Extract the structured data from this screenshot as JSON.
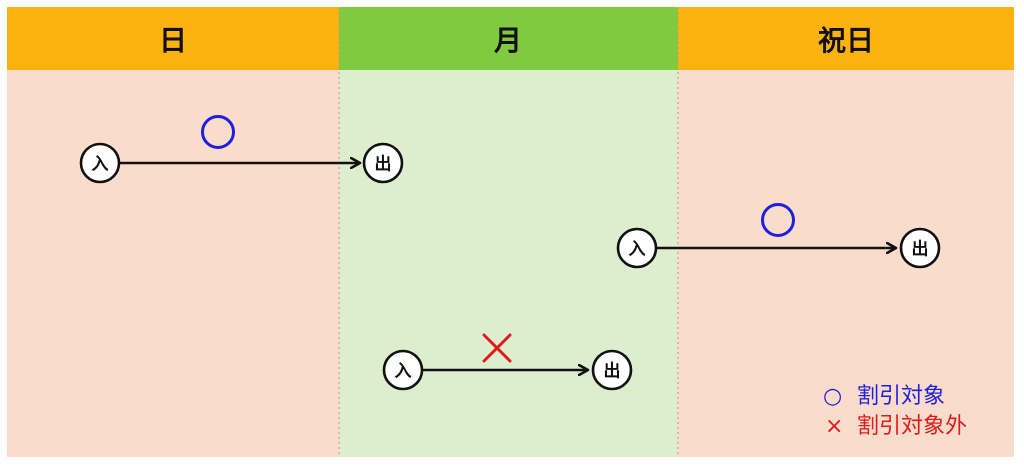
{
  "colors": {
    "header_sunday": "#fcb30f",
    "header_monday": "#7fca3e",
    "header_holiday": "#fcb30f",
    "body_sunday": "#fadccc",
    "body_monday": "#ddeecf",
    "body_holiday": "#fadccc",
    "discount_mark": "#1f1fe0",
    "no_discount_mark": "#e01a1a"
  },
  "columns": {
    "sunday": "日",
    "monday": "月",
    "holiday": "祝日"
  },
  "trips": [
    {
      "entry_label": "入",
      "exit_label": "出",
      "mark": "circle",
      "mark_icon": "circle-mark-icon"
    },
    {
      "entry_label": "入",
      "exit_label": "出",
      "mark": "circle",
      "mark_icon": "circle-mark-icon"
    },
    {
      "entry_label": "入",
      "exit_label": "出",
      "mark": "cross",
      "mark_icon": "cross-mark-icon"
    }
  ],
  "legend": {
    "discount_symbol": "○",
    "discount_label": "割引対象",
    "no_discount_symbol": "×",
    "no_discount_label": "割引対象外"
  }
}
